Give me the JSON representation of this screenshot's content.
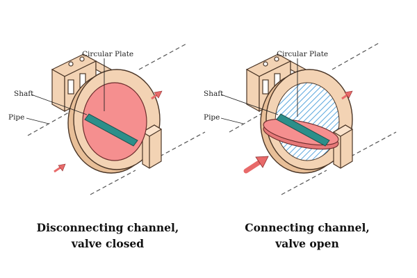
{
  "colors": {
    "housing": "#f3d3b4",
    "housing_stroke": "#4a3526",
    "plate": "#f58f8f",
    "shaft": "#2c8f8a",
    "hatch": "#5aa6dd",
    "arrow": "#e86a6a",
    "pipe_line": "#555555"
  },
  "left_panel": {
    "labels": {
      "circular_plate": "Circular Plate",
      "shaft": "Shaft",
      "pipe": "Pipe"
    },
    "caption_line1": "Disconnecting channel,",
    "caption_line2": "valve closed"
  },
  "right_panel": {
    "labels": {
      "circular_plate": "Circular Plate",
      "shaft": "Shaft",
      "pipe": "Pipe"
    },
    "caption_line1": "Connecting channel,",
    "caption_line2": "valve open"
  }
}
